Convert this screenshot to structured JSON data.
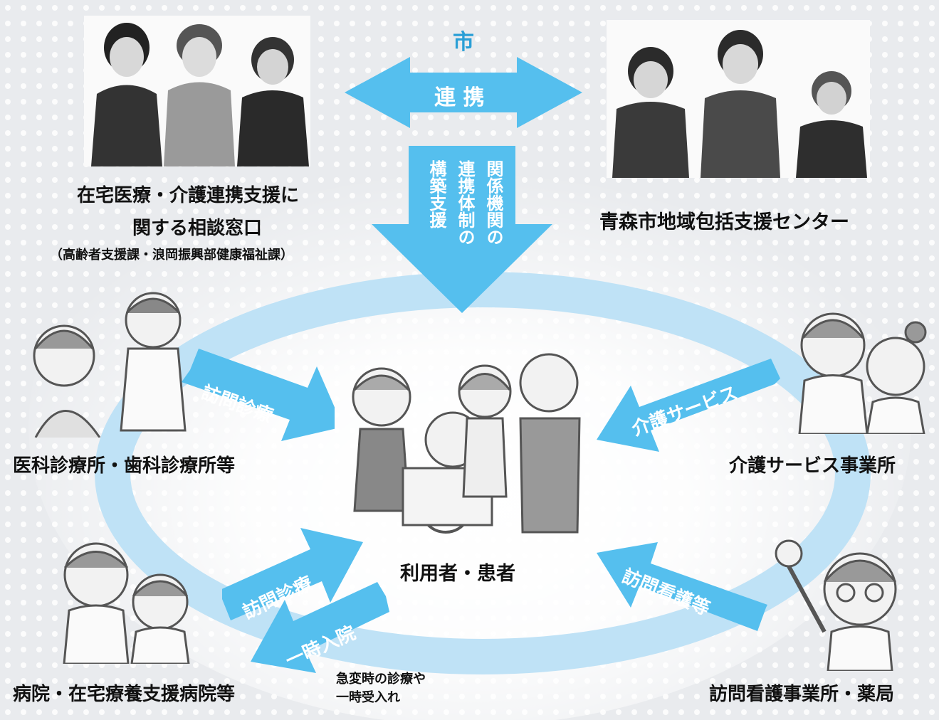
{
  "top": {
    "city_label": "市",
    "link_label": "連 携",
    "support_lines": [
      "関係機関の",
      "連携体制の",
      "構築支援"
    ]
  },
  "consult_window": {
    "line1": "在宅医療・介護連携支援に",
    "line2": "関する相談窓口",
    "sub": "（高齢者支援課・浪岡振興部健康福祉課）"
  },
  "center_right_title": "青森市地域包括支援センター",
  "nodes": {
    "clinic": "医科診療所・歯科診療所等",
    "care_service": "介護サービス事業所",
    "hospital": "病院・在宅療養支援病院等",
    "nursing": "訪問看護事業所・薬局",
    "patient": "利用者・患者"
  },
  "arrows": {
    "visit_medical_1": "訪問診療",
    "care_service": "介護サービス",
    "visit_medical_2": "訪問診療",
    "temp_admission": "一時入院",
    "visit_nursing": "訪問看護等"
  },
  "emergency_note": {
    "line1": "急変時の診療や",
    "line2": "一時受入れ"
  },
  "colors": {
    "arrow_blue": "#55bfee",
    "ring_blue": "#bfe2f6",
    "city_blue": "#2a9fd6"
  }
}
